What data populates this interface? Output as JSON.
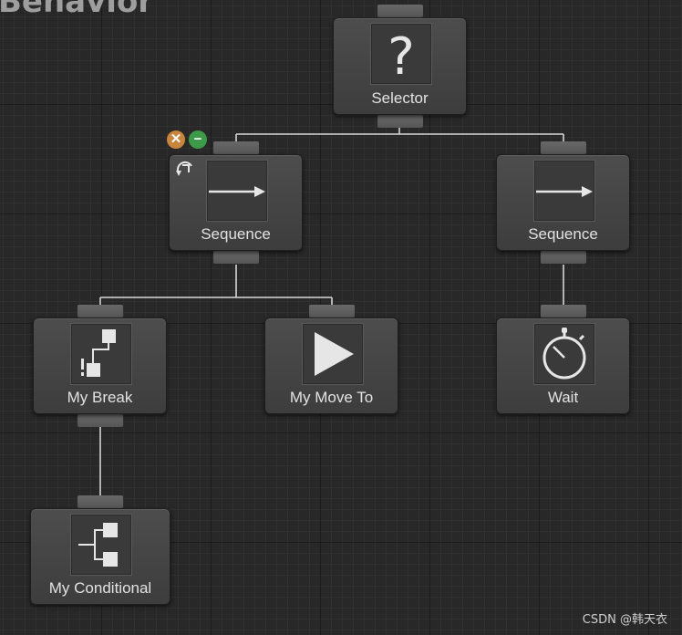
{
  "graph": {
    "title": "Behavior"
  },
  "nodes": {
    "selector": {
      "label": "Selector",
      "icon": "question-mark-icon"
    },
    "sequence_left": {
      "label": "Sequence",
      "icon": "arrow-right-icon"
    },
    "sequence_right": {
      "label": "Sequence",
      "icon": "arrow-right-icon"
    },
    "my_break": {
      "label": "My Break",
      "icon": "break-flow-icon"
    },
    "my_move_to": {
      "label": "My Move To",
      "icon": "play-icon"
    },
    "wait": {
      "label": "Wait",
      "icon": "stopwatch-icon"
    },
    "my_conditional": {
      "label": "My Conditional",
      "icon": "conditional-icon"
    }
  },
  "badges": {
    "error": "✕",
    "remove": "−"
  },
  "watermark": "CSDN @韩天衣",
  "colors": {
    "background": "#282828",
    "node": "#454545",
    "connection": "#d8d8d8",
    "label": "#e2e2e2",
    "error_badge": "#c8853c",
    "remove_badge": "#3d9a48"
  }
}
